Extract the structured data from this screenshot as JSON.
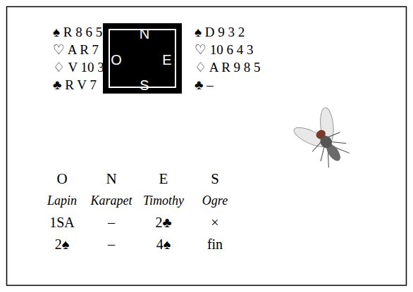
{
  "diagram": {
    "nodes": [
      {
        "text": [
          "N",
          "O",
          "E",
          "S"
        ]
      }
    ],
    "labels": [
      "♠ R 8 6 5",
      "♡ A R 7",
      "♢ V 10 3",
      "♣ R V 7",
      "♠ D 9 3 2",
      "♡ 10 6 4 3",
      "♢ A R 9 8 5",
      "♣ –",
      "O",
      "N",
      "E",
      "S",
      "Lapin",
      "Karapet",
      "Timothy",
      "Ogre",
      "1SA",
      "–",
      "2♣",
      "×",
      "2♠",
      "–",
      "4♠",
      "fin"
    ]
  }
}
